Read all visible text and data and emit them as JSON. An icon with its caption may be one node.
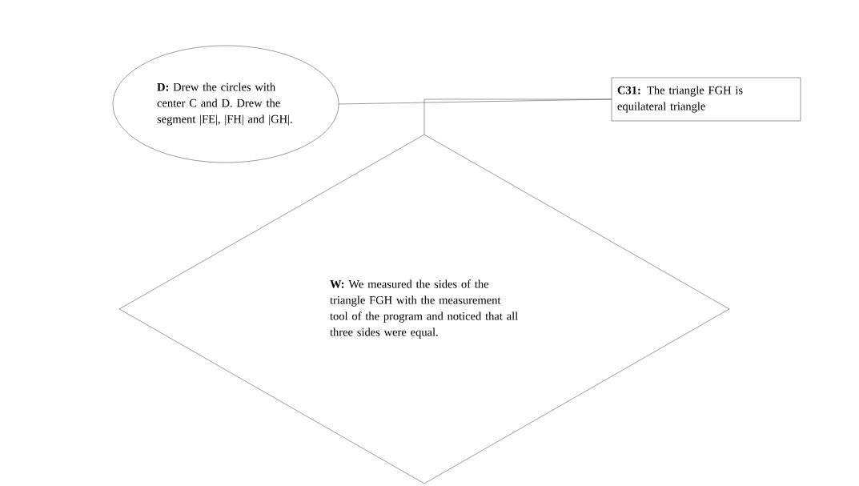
{
  "diagram": {
    "nodes": [
      {
        "text": [
          "**D:** Drew the circles with center C and D. Drew the segment |FE|, |FH| and |GH|."
        ]
      },
      {
        "text": [
          "**C31:** The triangle FGH is equilateral triangle"
        ]
      },
      {
        "text": [
          "**W:** We measured the sides of the triangle FGH with the measurement tool of the program and noticed that all three sides were equal."
        ]
      }
    ],
    "edges": [
      {
        "from": 0,
        "to": 1,
        "arrow": "none"
      },
      {
        "from": 2,
        "to": 1,
        "arrow": "none"
      }
    ]
  }
}
